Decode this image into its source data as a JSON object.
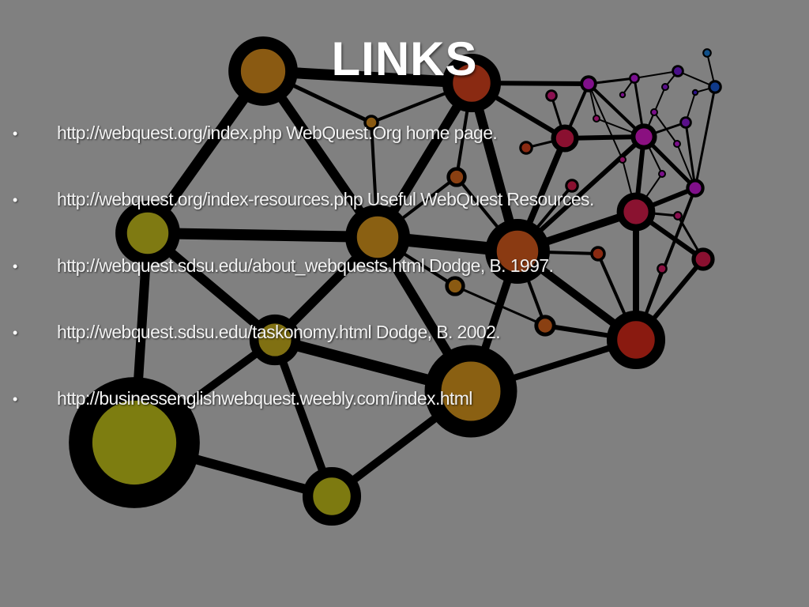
{
  "slide": {
    "title": "LINKS",
    "bullet_char": "•",
    "links": [
      "http://webquest.org/index.php WebQuest.Org home page.",
      "http://webquest.org/index-resources.php Useful WebQuest Resources.",
      "http://webquest.sdsu.edu/about_webquests.html Dodge, B. 1997.",
      "http://webquest.sdsu.edu/taskonomy.html Dodge, B. 2002.",
      "http://businessenglishwebquest.weebly.com/index.html"
    ]
  },
  "colors": {
    "background": "#808080",
    "text": "#ffffff"
  }
}
